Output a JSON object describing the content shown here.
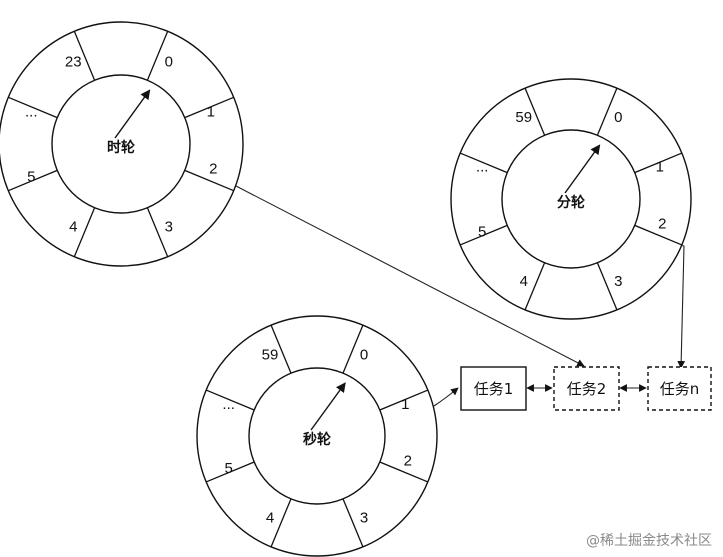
{
  "wheels": {
    "hour": {
      "center_label": "时轮",
      "slots": [
        "23",
        "0",
        "1",
        "2",
        "3",
        "4",
        "5",
        "..."
      ]
    },
    "minute": {
      "center_label": "分轮",
      "slots": [
        "59",
        "0",
        "1",
        "2",
        "3",
        "4",
        "5",
        "..."
      ]
    },
    "second": {
      "center_label": "秒轮",
      "slots": [
        "59",
        "0",
        "1",
        "2",
        "3",
        "4",
        "5",
        "..."
      ]
    }
  },
  "tasks": [
    {
      "label": "任务1",
      "style": "solid"
    },
    {
      "label": "任务2",
      "style": "dashed"
    },
    {
      "label": "任务n",
      "style": "dashed"
    }
  ],
  "credit": "@稀土掘金技术社区",
  "colors": {
    "stroke": "#111111",
    "credit": "#8a8a8a"
  }
}
